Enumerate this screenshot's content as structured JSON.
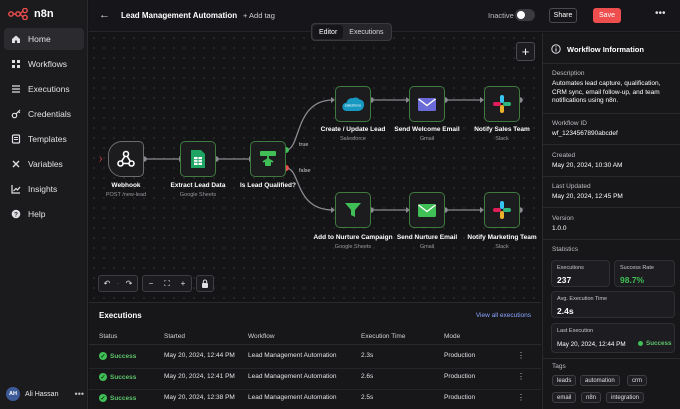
{
  "app": {
    "brand": "n8n",
    "accent": "#ef4e4e",
    "success_color": "#3fbf55"
  },
  "sidebar": {
    "items": [
      {
        "label": "Home",
        "icon": "home-icon",
        "active": true
      },
      {
        "label": "Workflows",
        "icon": "workflow-icon"
      },
      {
        "label": "Executions",
        "icon": "list-icon"
      },
      {
        "label": "Credentials",
        "icon": "key-icon"
      },
      {
        "label": "Templates",
        "icon": "book-icon"
      },
      {
        "label": "Variables",
        "icon": "variable-icon"
      },
      {
        "label": "Insights",
        "icon": "chart-icon"
      },
      {
        "label": "Help",
        "icon": "help-icon"
      }
    ],
    "user": {
      "initials": "AH",
      "name": "Ali Hassan"
    }
  },
  "header": {
    "title": "Lead Management Automation",
    "add_tag": "+ Add tag",
    "status_label": "Inactive",
    "share": "Share",
    "save": "Save"
  },
  "tabs": [
    {
      "label": "Editor",
      "active": true
    },
    {
      "label": "Executions",
      "active": false
    }
  ],
  "nodes": {
    "webhook": {
      "label": "Webhook",
      "sub": "POST /new-lead"
    },
    "extract": {
      "label": "Extract Lead Data",
      "sub": "Google Sheets"
    },
    "qualified": {
      "label": "Is Lead Qualified?",
      "sub": ""
    },
    "create": {
      "label": "Create / Update Lead",
      "sub": "Salesforce"
    },
    "welcome": {
      "label": "Send Welcome Email",
      "sub": "Gmail"
    },
    "notify_sales": {
      "label": "Notify Sales Team",
      "sub": "Slack"
    },
    "nurture": {
      "label": "Add to Nurture Campaign",
      "sub": "Google Sheets"
    },
    "nurture_email": {
      "label": "Send Nurture Email",
      "sub": "Gmail"
    },
    "notify_marketing": {
      "label": "Notify Marketing Team",
      "sub": "Slack"
    },
    "branch_true": "true",
    "branch_false": "false",
    "salesforce_logo": "salesforce"
  },
  "executions": {
    "title": "Executions",
    "view_all": "View all executions",
    "columns": [
      "Status",
      "Started",
      "Workflow",
      "Execution Time",
      "Mode"
    ],
    "rows": [
      {
        "status": "Success",
        "started": "May 20, 2024, 12:44 PM",
        "workflow": "Lead Management Automation",
        "time": "2.3s",
        "mode": "Production"
      },
      {
        "status": "Success",
        "started": "May 20, 2024, 12:41 PM",
        "workflow": "Lead Management Automation",
        "time": "2.6s",
        "mode": "Production"
      },
      {
        "status": "Success",
        "started": "May 20, 2024, 12:38 PM",
        "workflow": "Lead Management Automation",
        "time": "2.5s",
        "mode": "Production"
      }
    ]
  },
  "panel": {
    "title": "Workflow Information",
    "description_label": "Description",
    "description": "Automates lead capture, qualification, CRM sync, email follow-up, and team notifications using n8n.",
    "id_label": "Workflow ID",
    "id": "wf_1234567890abcdef",
    "created_label": "Created",
    "created": "May 20, 2024, 10:30 AM",
    "updated_label": "Last Updated",
    "updated": "May 20, 2024, 12:45 PM",
    "version_label": "Version",
    "version": "1.0.0",
    "stats_label": "Statistics",
    "stats": {
      "executions_label": "Executions",
      "executions": "237",
      "success_label": "Success Rate",
      "success": "98.7%",
      "avg_label": "Avg. Execution Time",
      "avg": "2.4s",
      "last_label": "Last Execution",
      "last": "May 20, 2024, 12:44 PM",
      "last_status": "Success"
    },
    "tags_label": "Tags",
    "tags": [
      "leads",
      "automation",
      "crm",
      "email",
      "n8n",
      "integration"
    ]
  }
}
